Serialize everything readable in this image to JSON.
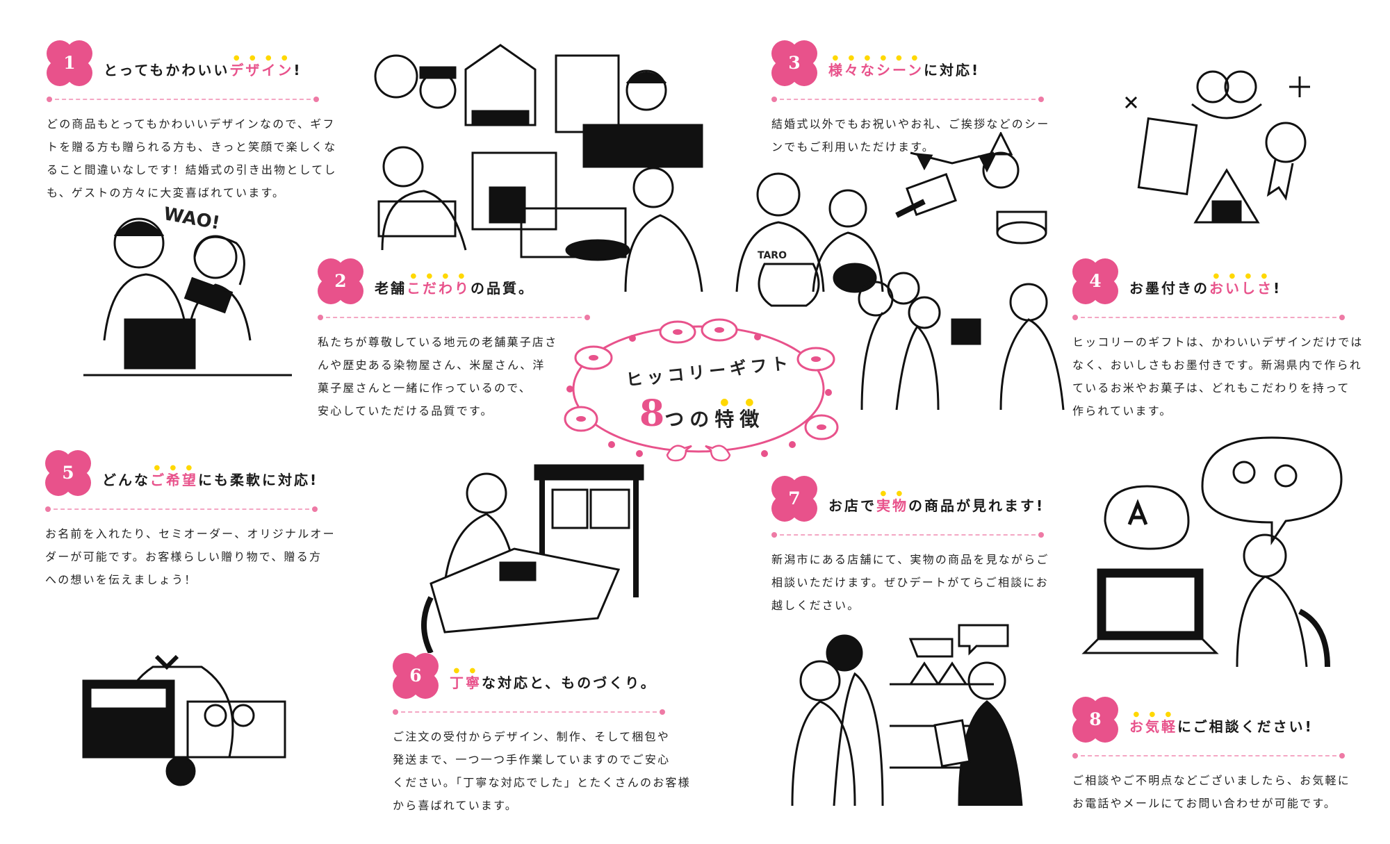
{
  "center": {
    "line1": "ヒッコリーギフト",
    "number": "8",
    "plain": "つの",
    "emphasis": "特徴"
  },
  "colors": {
    "accent": "#e8528b",
    "emphasis_dot": "#ffd800",
    "rule": "#f4a6c3"
  },
  "features": [
    {
      "number": "1",
      "title_pre": "とってもかわいい",
      "title_em": "デザイン",
      "title_post": "!",
      "body": [
        "どの商品もとってもかわいいデザインなので、ギフ",
        "トを贈る方も贈られる方も、きっと笑顔で楽しくな",
        "ること間違いなしです！結婚式の引き出物としてし",
        "も、ゲストの方々に大変喜ばれています。"
      ]
    },
    {
      "number": "2",
      "title_pre": "老舗",
      "title_em": "こだわり",
      "title_post": "の品質。",
      "body": [
        "私たちが尊敬している地元の老舗菓子店さ",
        "んや歴史ある染物屋さん、米屋さん、洋",
        "菓子屋さんと一緒に作っているので、",
        "安心していただける品質です。"
      ]
    },
    {
      "number": "3",
      "title_pre": "",
      "title_em": "様々なシーン",
      "title_post": "に対応!",
      "body": [
        "結婚式以外でもお祝いやお礼、ご挨拶などのシー",
        "ンでもご利用いただけます。"
      ]
    },
    {
      "number": "4",
      "title_pre": "お墨付きの",
      "title_em": "おいしさ",
      "title_post": "!",
      "body": [
        "ヒッコリーのギフトは、かわいいデザインだけでは",
        "なく、おいしさもお墨付きです。新潟県内で作られ",
        "ているお米やお菓子は、どれもこだわりを持って",
        "作られています。"
      ]
    },
    {
      "number": "5",
      "title_pre": "どんな",
      "title_em": "ご希望",
      "title_post": "にも柔軟に対応!",
      "body": [
        "お名前を入れたり、セミオーダー、オリジナルオー",
        "ダーが可能です。お客様らしい贈り物で、贈る方",
        "への想いを伝えましょう！"
      ]
    },
    {
      "number": "6",
      "title_pre": "",
      "title_em": "丁寧",
      "title_post": "な対応と、ものづくり。",
      "body": [
        "ご注文の受付からデザイン、制作、そして梱包や",
        "発送まで、一つ一つ手作業していますのでご安心",
        "ください。「丁寧な対応でした」とたくさんのお客様",
        "から喜ばれています。"
      ]
    },
    {
      "number": "7",
      "title_pre": "お店で",
      "title_em": "実物",
      "title_post": "の商品が見れます!",
      "body": [
        "新潟市にある店舗にて、実物の商品を見ながらご",
        "相談いただけます。ぜひデートがてらご相談にお",
        "越しください。"
      ]
    },
    {
      "number": "8",
      "title_pre": "",
      "title_em": "お気軽",
      "title_post": "にご相談ください!",
      "body": [
        "ご相談やご不明点などございましたら、お気軽に",
        "お電話やメールにてお問い合わせが可能です。"
      ]
    }
  ],
  "illustrations": {
    "wao": "WAO!",
    "taro": "TARO"
  }
}
